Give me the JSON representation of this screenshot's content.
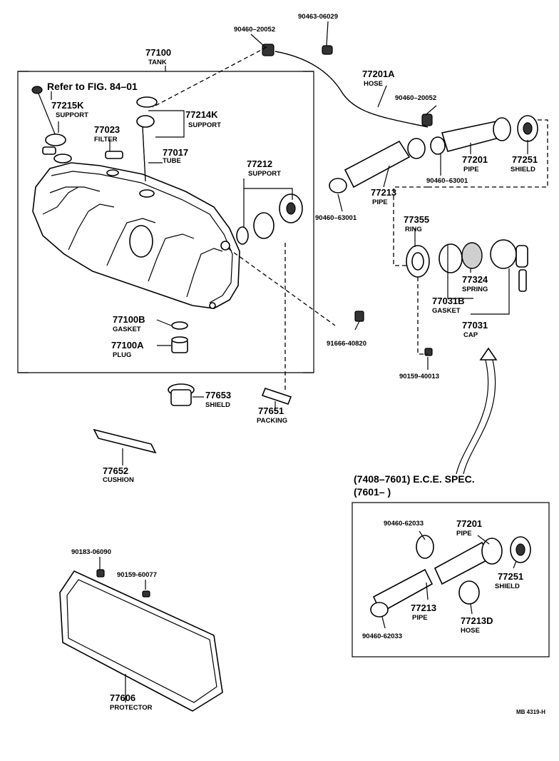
{
  "note": "Refer to FIG. 84–01",
  "spec": {
    "line1": "(7408–7601) E.C.E. SPEC.",
    "line2": "(7601–        )"
  },
  "image_code": "MB 4319-H",
  "labels": {
    "p77100": {
      "num": "77100",
      "name": "TANK"
    },
    "p77215K": {
      "num": "77215K",
      "name": "SUPPORT"
    },
    "p77214K": {
      "num": "77214K",
      "name": "SUPPORT"
    },
    "p77023": {
      "num": "77023",
      "name": "FILTER"
    },
    "p77017": {
      "num": "77017",
      "name": "TUBE"
    },
    "p77212": {
      "num": "77212",
      "name": "SUPPORT"
    },
    "p77100B": {
      "num": "77100B",
      "name": "GASKET"
    },
    "p77100A": {
      "num": "77100A",
      "name": "PLUG"
    },
    "p77653": {
      "num": "77653",
      "name": "SHIELD"
    },
    "p77651": {
      "num": "77651",
      "name": "PACKING"
    },
    "p77652": {
      "num": "77652",
      "name": "CUSHION"
    },
    "p77606": {
      "num": "77606",
      "name": "PROTECTOR"
    },
    "p77201A": {
      "num": "77201A",
      "name": "HOSE"
    },
    "p77201": {
      "num": "77201",
      "name": "PIPE"
    },
    "p77251": {
      "num": "77251",
      "name": "SHIELD"
    },
    "p77213": {
      "num": "77213",
      "name": "PIPE"
    },
    "p77355": {
      "num": "77355",
      "name": "RING"
    },
    "p77324": {
      "num": "77324",
      "name": "SPRING"
    },
    "p77031B": {
      "num": "77031B",
      "name": "GASKET"
    },
    "p77031": {
      "num": "77031",
      "name": "CAP"
    },
    "e77201": {
      "num": "77201",
      "name": "PIPE"
    },
    "e77251": {
      "num": "77251",
      "name": "SHIELD"
    },
    "e77213": {
      "num": "77213",
      "name": "PIPE"
    },
    "e77213D": {
      "num": "77213D",
      "name": "HOSE"
    }
  },
  "refs": {
    "r90460_20052a": "90460–20052",
    "r90463_06029": "90463-06029",
    "r90460_20052b": "90460–20052",
    "r90460_63001a": "90460–63001",
    "r90460_63001b": "90460–63001",
    "r91666_40820": "91666-40820",
    "r90159_40013": "90159-40013",
    "r90183_06090": "90183-06090",
    "r90159_60077": "90159-60077",
    "r90460_62033a": "90460-62033",
    "r90460_62033b": "90460-62033"
  }
}
